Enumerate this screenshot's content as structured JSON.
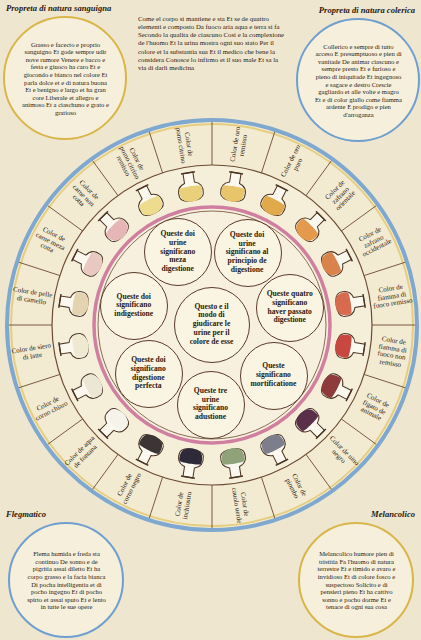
{
  "diagram": {
    "nodes": [
      {
        "text": [
          "Propreta di natura sanguigna",
          "Grasso e facecto e proprio sanguigno Et gode sempre udir nove rumore Venere e bacco e festa e giuoco ha caro Et e giocondo e bianco nel colore Et parla dolce et e di natura buona Et e benigno e largo et ha gran core Liberale et allegro e animoso Et a ciaschuno e grato e gratioso"
        ]
      },
      {
        "text": [
          "Propreta di natura colerica",
          "Collerico e sempre di tutto acceso E presumptuoso e pien di vanitade De animar ciascuno e sempre presto Et e furioso e pieno di iniquitade Et ingegnoso e sagace e destro Crescie gagliardo et alle volte e magro Et e di color giallo come fiamma ardente E prodigo e pien d'arroganza"
        ]
      },
      {
        "text": [
          "Queste doi urine significano meza digestione"
        ]
      },
      {
        "text": [
          "Queste doi urine significano al principio de digestione"
        ]
      },
      {
        "text": [
          "Queste doi significano indigestione"
        ]
      },
      {
        "text": [
          "Questo e il modo di giudicare le urine per il colore de esse"
        ]
      },
      {
        "text": [
          "Queste quatro significano haver passato digestione"
        ]
      },
      {
        "text": [
          "Queste doi significano digestione perfecta"
        ]
      },
      {
        "text": [
          "Queste significano mortificatione"
        ]
      },
      {
        "text": [
          "Queste tre urine significano adustione"
        ]
      },
      {
        "text": [
          "Flegmatico",
          "Flema humida e freda sta continuo De sonno e de pigritia assai diletto Et ha corpo grasso e la facia bianca Di pocha intelligentia et di pocho ingegno Et di pocho spirto et assai sputo Et e lento in tutte le sue opere"
        ]
      },
      {
        "text": [
          "Melancolico",
          "Melancolico humore pien di tristitia Fa l'huomo di natura terrestre Et e timido e avaro e invidioso Et di colore fosco e suspectoso Solicito e di pensieri pieno Et ha cattivo sonno e pocho dorme Et e tenace di ogni sua cosa"
        ]
      }
    ],
    "labels": [
      "Come el corpo si mantiene e sta Et se de quattro elementi e composto Da fuoco aria aqua e terra si fa Secondo la qualita de ciascuno Cosi e la complexione de l'huomo Et la urina mostra ogni suo stato Per il colore et la substantia sua Et il medico che bene la considera Conosce lo infirmo et il suo male Et sa la via di darli medicina",
      "Color de oro remisso",
      "Color de oro puro",
      "Color de zafrano orientale",
      "Color de zafrano occidentale",
      "Color de fiamma di fuoco remisso",
      "Color de fiamma di fuoco non remisso",
      "Color de figato de animale",
      "Color de uino negro",
      "Color de piombo",
      "Color de cauolo uerde",
      "Color de inchiostro",
      "Color de corno negro",
      "Color de aqua de fontana",
      "Color de corno chiaro",
      "Color de siero di latte",
      "Color de pelle di camello",
      "Color de carne meza cotta",
      "Color de carne non cotta",
      "Color de pomo citrino remisso",
      "Color de pomo citrino"
    ]
  }
}
